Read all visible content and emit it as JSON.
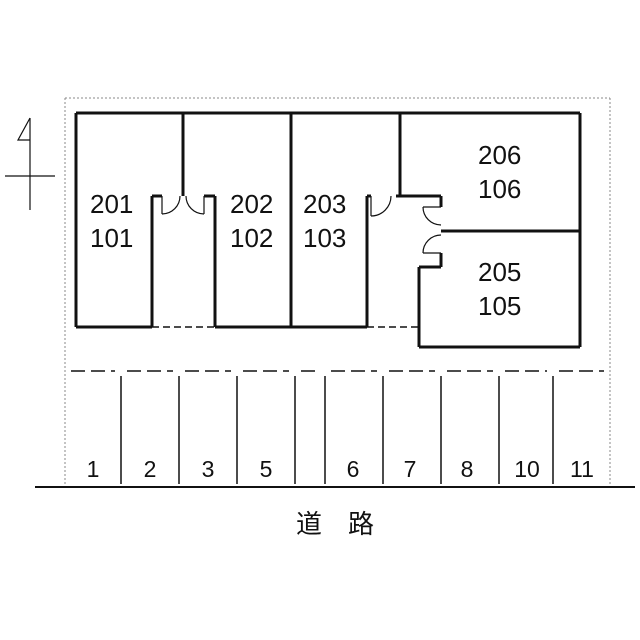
{
  "rooms": [
    {
      "upper": "201",
      "lower": "101"
    },
    {
      "upper": "202",
      "lower": "102"
    },
    {
      "upper": "203",
      "lower": "103"
    },
    {
      "upper": "206",
      "lower": "106"
    },
    {
      "upper": "205",
      "lower": "105"
    }
  ],
  "parking_spaces": [
    "1",
    "2",
    "3",
    "5",
    "6",
    "7",
    "8",
    "10",
    "11"
  ],
  "road_label": "道　路",
  "north_arrow": "north-arrow-icon",
  "colors": {
    "line": "#111111",
    "site_boundary": "#888888",
    "background": "#ffffff"
  }
}
